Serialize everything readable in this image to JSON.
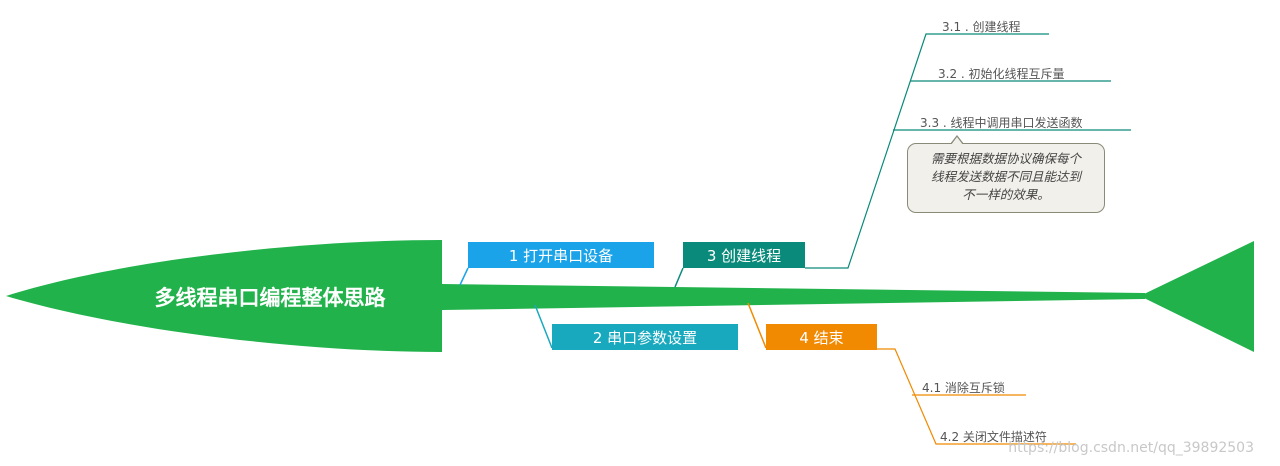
{
  "title": "多线程串口编程整体思路",
  "colors": {
    "spine": "#21b24b",
    "branch_1": "#1aa3e8",
    "branch_2": "#19a9bf",
    "branch_3": "#0a8a7a",
    "branch_4": "#f18a00",
    "note_border": "#8a8a78",
    "note_fill": "#f2f0eb"
  },
  "branches": [
    {
      "label": "1   打开串口设备"
    },
    {
      "label": "2   串口参数设置"
    },
    {
      "label": "3   创建线程",
      "children": [
        {
          "label": "3.1 .    创建线程"
        },
        {
          "label": "3.2 .    初始化线程互斥量"
        },
        {
          "label": "3.3 .    线程中调用串口发送函数"
        }
      ]
    },
    {
      "label": "4   结束",
      "children": [
        {
          "label": "4.1    消除互斥锁"
        },
        {
          "label": "4.2    关闭文件描述符"
        }
      ]
    }
  ],
  "note": {
    "line1": "需要根据数据协议确保每个",
    "line2": "线程发送数据不同且能达到",
    "line3": "不一样的效果。"
  },
  "watermark": "https://blog.csdn.net/qq_39892503"
}
